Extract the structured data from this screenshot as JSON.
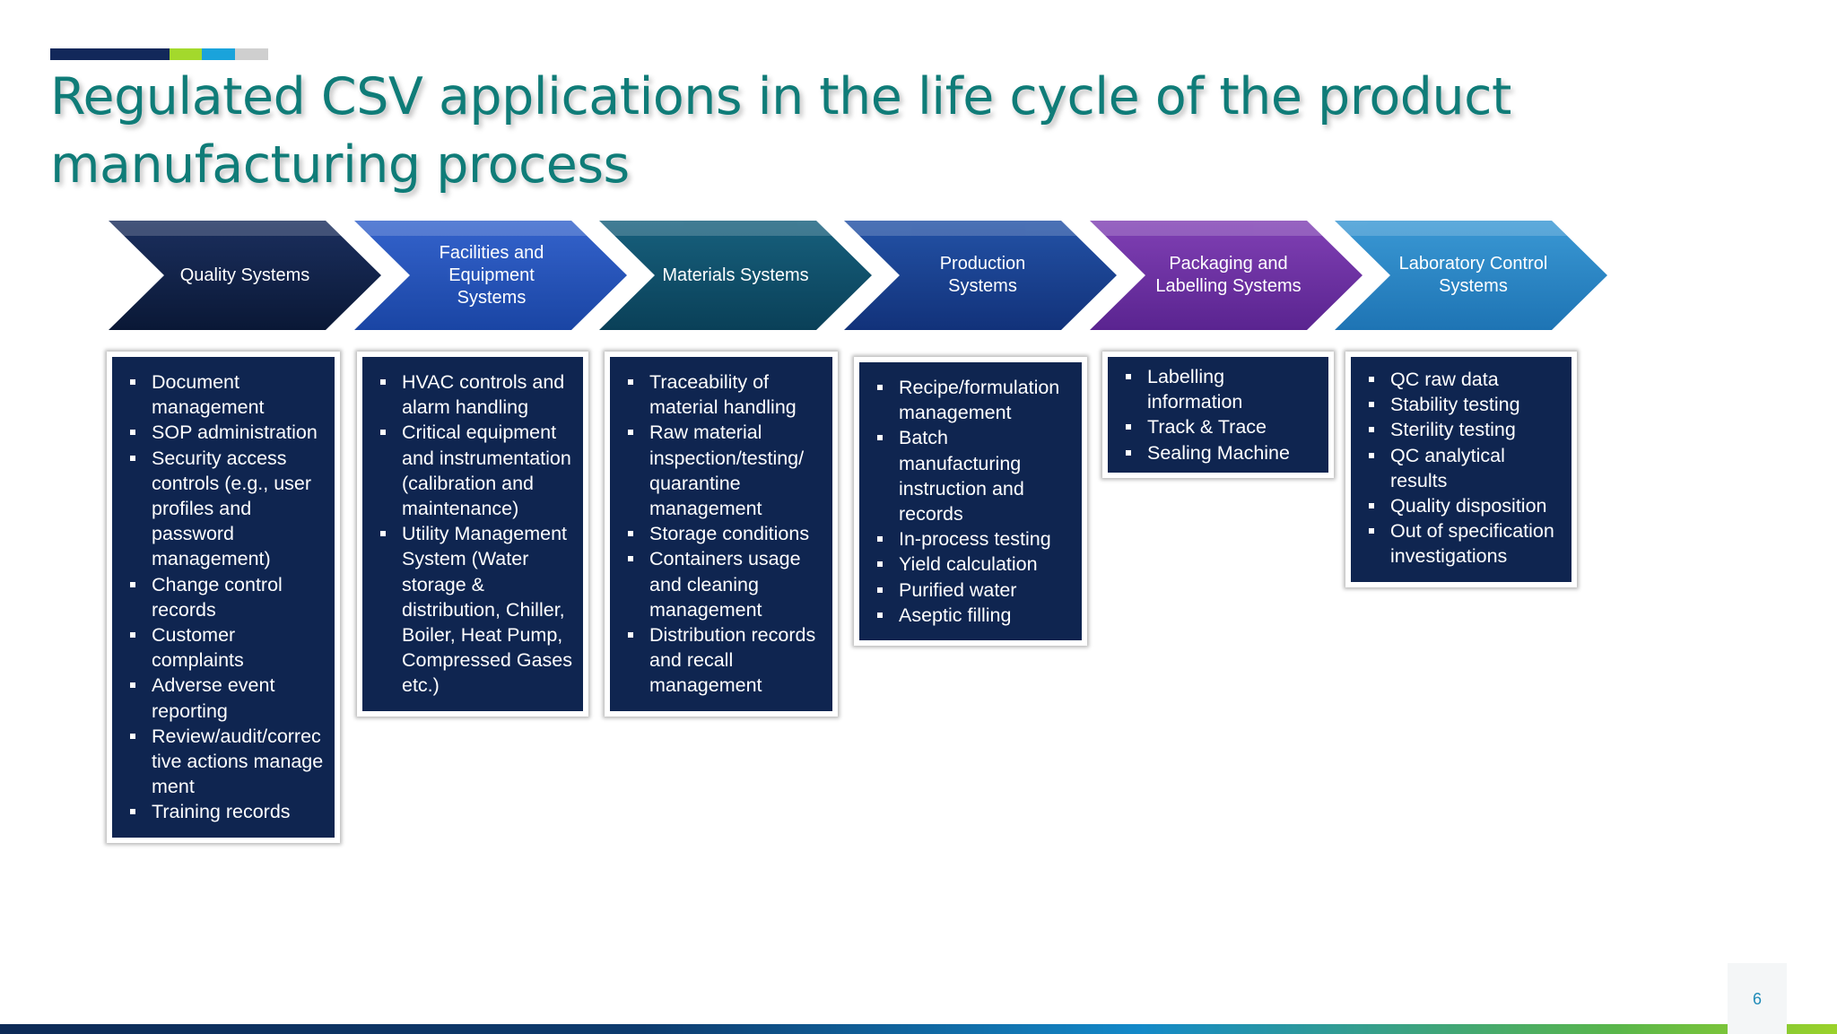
{
  "slide": {
    "title": "Regulated CSV applications in  the life cycle of the product manufacturing process",
    "page_number": "6"
  },
  "colors": {
    "title": "#0f7c78",
    "box_background": "#0f2550",
    "accent_bar": [
      "#12285a",
      "#a3d92c",
      "#1aa3db",
      "#cfcfcf"
    ],
    "chevrons": [
      "#0d1f45",
      "#1f4fb6",
      "#0d4c66",
      "#163c8c",
      "#6b2d9e",
      "#2484c4"
    ]
  },
  "stages": [
    {
      "label": "Quality Systems",
      "items": [
        "Document management",
        "SOP administration",
        "Security access controls (e.g., user profiles and password management)",
        "Change control records",
        "Customer complaints",
        "Adverse event reporting",
        "Review/audit/corrective actions management",
        "Training records"
      ]
    },
    {
      "label": "Facilities and Equipment Systems",
      "items": [
        "HVAC controls and alarm handling",
        "Critical equipment and instrumentation (calibration and maintenance)",
        "Utility Management System (Water storage & distribution, Chiller, Boiler, Heat Pump, Compressed Gases etc.)"
      ]
    },
    {
      "label": "Materials Systems",
      "items": [
        "Traceability of material handling",
        "Raw material inspection/testing/ quarantine management",
        "Storage conditions",
        "Containers usage and cleaning management",
        "Distribution records and recall management"
      ]
    },
    {
      "label": "Production Systems",
      "items": [
        "Recipe/formulation management",
        "Batch manufacturing instruction and records",
        "In-process testing",
        "Yield calculation",
        "Purified water",
        "Aseptic filling"
      ]
    },
    {
      "label": "Packaging and Labelling Systems",
      "items": [
        "Labelling information",
        "Track & Trace",
        "Sealing Machine"
      ]
    },
    {
      "label": "Laboratory Control Systems",
      "items": [
        "QC raw data",
        "Stability testing",
        "Sterility testing",
        "QC analytical results",
        "Quality disposition",
        "Out of specification investigations"
      ]
    }
  ]
}
